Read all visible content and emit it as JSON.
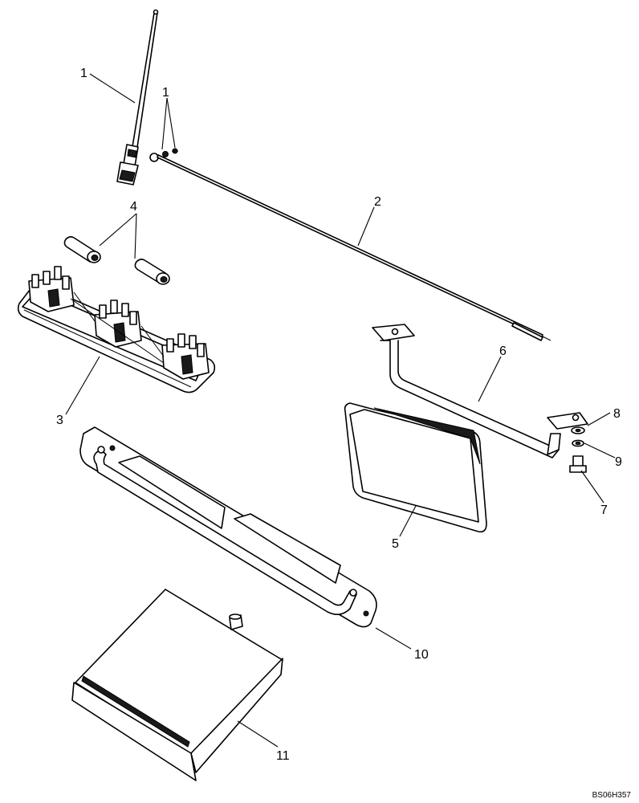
{
  "diagram": {
    "reference_code": "BS06H357",
    "callouts": [
      {
        "id": "c1a",
        "label": "1"
      },
      {
        "id": "c1b",
        "label": "1"
      },
      {
        "id": "c2",
        "label": "2"
      },
      {
        "id": "c3",
        "label": "3"
      },
      {
        "id": "c4",
        "label": "4"
      },
      {
        "id": "c5",
        "label": "5"
      },
      {
        "id": "c6",
        "label": "6"
      },
      {
        "id": "c7",
        "label": "7"
      },
      {
        "id": "c8",
        "label": "8"
      },
      {
        "id": "c9",
        "label": "9"
      },
      {
        "id": "c10",
        "label": "10"
      },
      {
        "id": "c11",
        "label": "11"
      }
    ]
  }
}
